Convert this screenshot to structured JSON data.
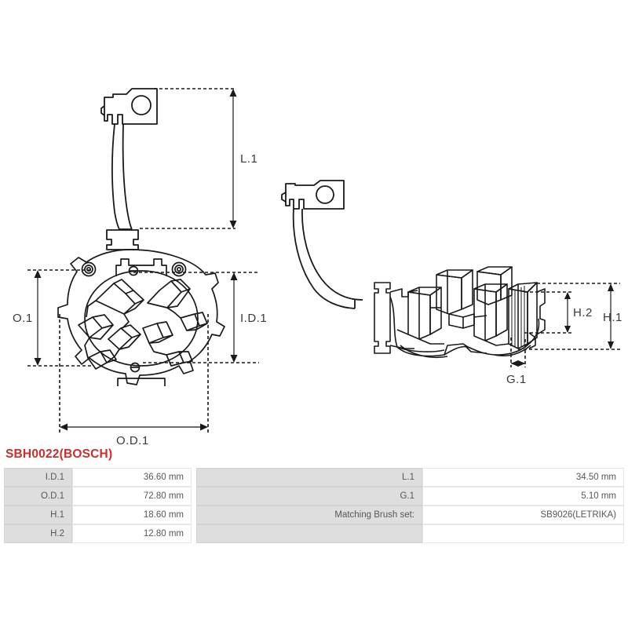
{
  "part": {
    "title": "SBH0022(BOSCH)",
    "title_color": "#c9302c"
  },
  "drawing": {
    "labels": {
      "l1": "L.1",
      "o1": "O.1",
      "id1": "I.D.1",
      "od1": "O.D.1",
      "h1": "H.1",
      "h2": "H.2",
      "g1": "G.1"
    },
    "views": {
      "left": "brush-holder-front-view",
      "right": "brush-holder-side-view"
    }
  },
  "specs": {
    "left_column": [
      {
        "label": "I.D.1",
        "value": "36.60 mm"
      },
      {
        "label": "O.D.1",
        "value": "72.80 mm"
      },
      {
        "label": "H.1",
        "value": "18.60 mm"
      },
      {
        "label": "H.2",
        "value": "12.80 mm"
      }
    ],
    "right_column": [
      {
        "label": "L.1",
        "value": "34.50 mm"
      },
      {
        "label": "G.1",
        "value": "5.10 mm"
      },
      {
        "label": "Matching Brush set:",
        "value": "SB9026(LETRIKA)"
      },
      {
        "label": "",
        "value": ""
      }
    ]
  }
}
